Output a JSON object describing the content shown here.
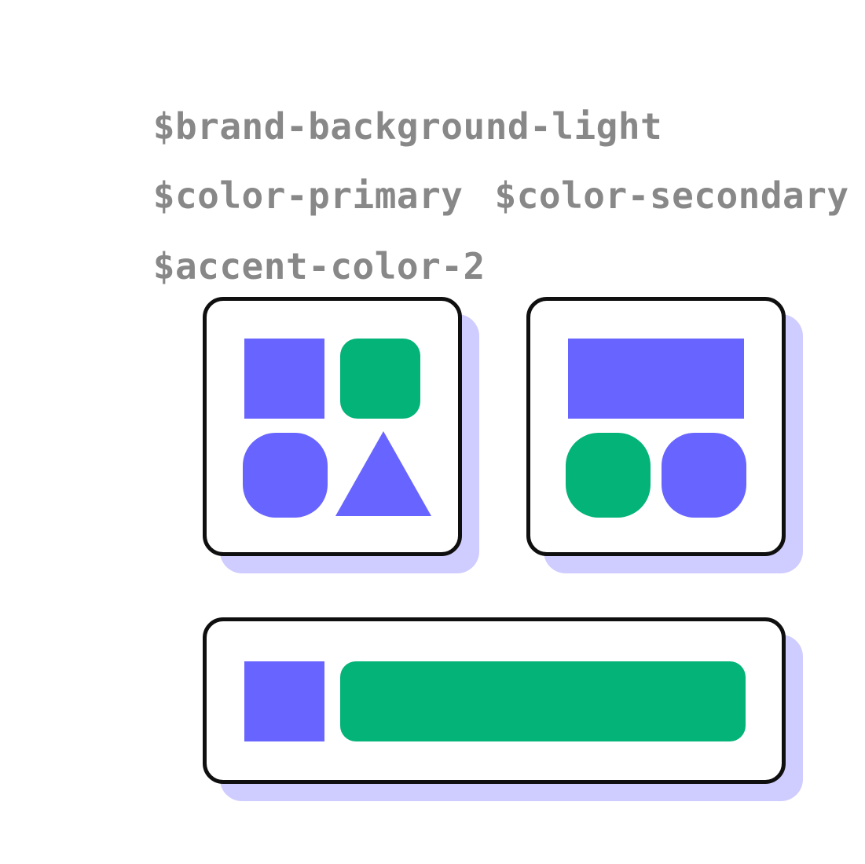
{
  "variables": {
    "line1": [
      "$brand-background-light"
    ],
    "line2": [
      "$color-primary",
      "$color-secondary"
    ],
    "line3": [
      "$accent-color-2"
    ]
  },
  "colors": {
    "text": "#888888",
    "primary": "#6864ff",
    "secondary": "#03b377",
    "shadow": "#cfccff",
    "border": "#0f0f0f",
    "background": "#ffffff"
  },
  "icons": {
    "card1": [
      "square-shape",
      "rounded-square-shape",
      "circle-shape",
      "triangle-shape"
    ],
    "card2": [
      "rectangle-shape",
      "circle-shape",
      "circle-shape"
    ],
    "card3": [
      "square-shape",
      "long-rounded-bar-shape"
    ]
  }
}
